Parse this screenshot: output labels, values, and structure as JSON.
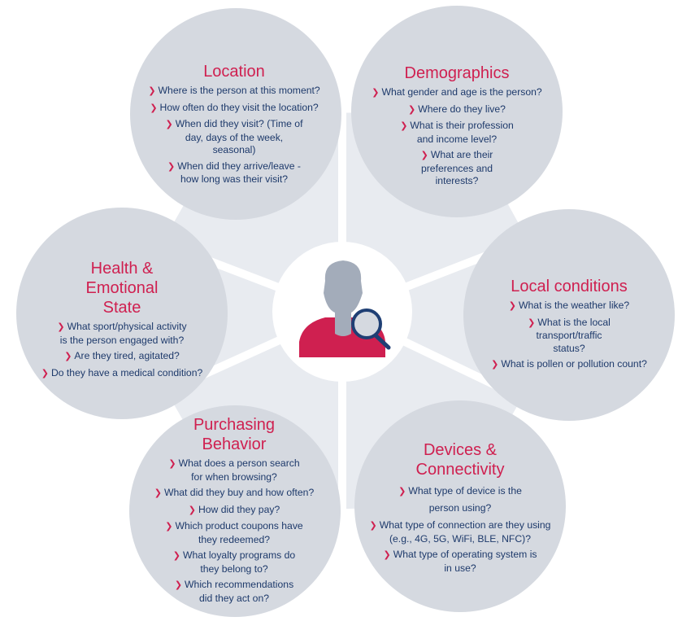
{
  "center": {
    "icon": "person-search-icon"
  },
  "colors": {
    "title": "#cf2050",
    "text": "#1e3a6b",
    "petal": "#d5d9e0",
    "backdrop": "#e8ebf0"
  },
  "petals": {
    "location": {
      "title": "Location",
      "items": [
        "Where is the person at this moment?",
        "How often do they visit the location?",
        "When did they visit? (Time of day, days of the week, seasonal)",
        "When did they arrive/leave - how long was their visit?"
      ]
    },
    "demographics": {
      "title": "Demographics",
      "items": [
        "What gender and age is the person?",
        "Where do they live?",
        "What is their profession and income level?",
        "What are their preferences and interests?"
      ]
    },
    "local": {
      "title": "Local conditions",
      "items": [
        "What is the weather like?",
        "What is the local transport/traffic status?",
        "What is pollen or pollution count?"
      ]
    },
    "devices": {
      "title": "Devices & Connectivity",
      "items": [
        "What type of device is the person using?",
        "What type of connection are they using (e.g., 4G, 5G, WiFi, BLE, NFC)?",
        "What type of operating system is in use?"
      ]
    },
    "purchasing": {
      "title": "Purchasing Behavior",
      "items": [
        "What does a person search for when browsing?",
        "What did they buy and how often?",
        "How did they pay?",
        "Which product coupons have they redeemed?",
        "What loyalty programs do they belong to?",
        "Which recommendations did they act on?"
      ]
    },
    "health": {
      "title": "Health & Emotional State",
      "items": [
        "What sport/physical activity is the person engaged with?",
        "Are they tired, agitated?",
        "Do they have a medical condition?"
      ]
    }
  }
}
